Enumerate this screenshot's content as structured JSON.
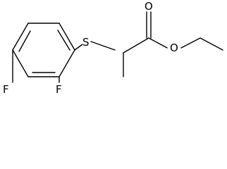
{
  "diagram": {
    "atoms": {
      "sulfur": "S",
      "oxygen_carbonyl": "O",
      "oxygen_ester": "O",
      "fluorine_para": "F",
      "fluorine_ortho": "F"
    }
  }
}
